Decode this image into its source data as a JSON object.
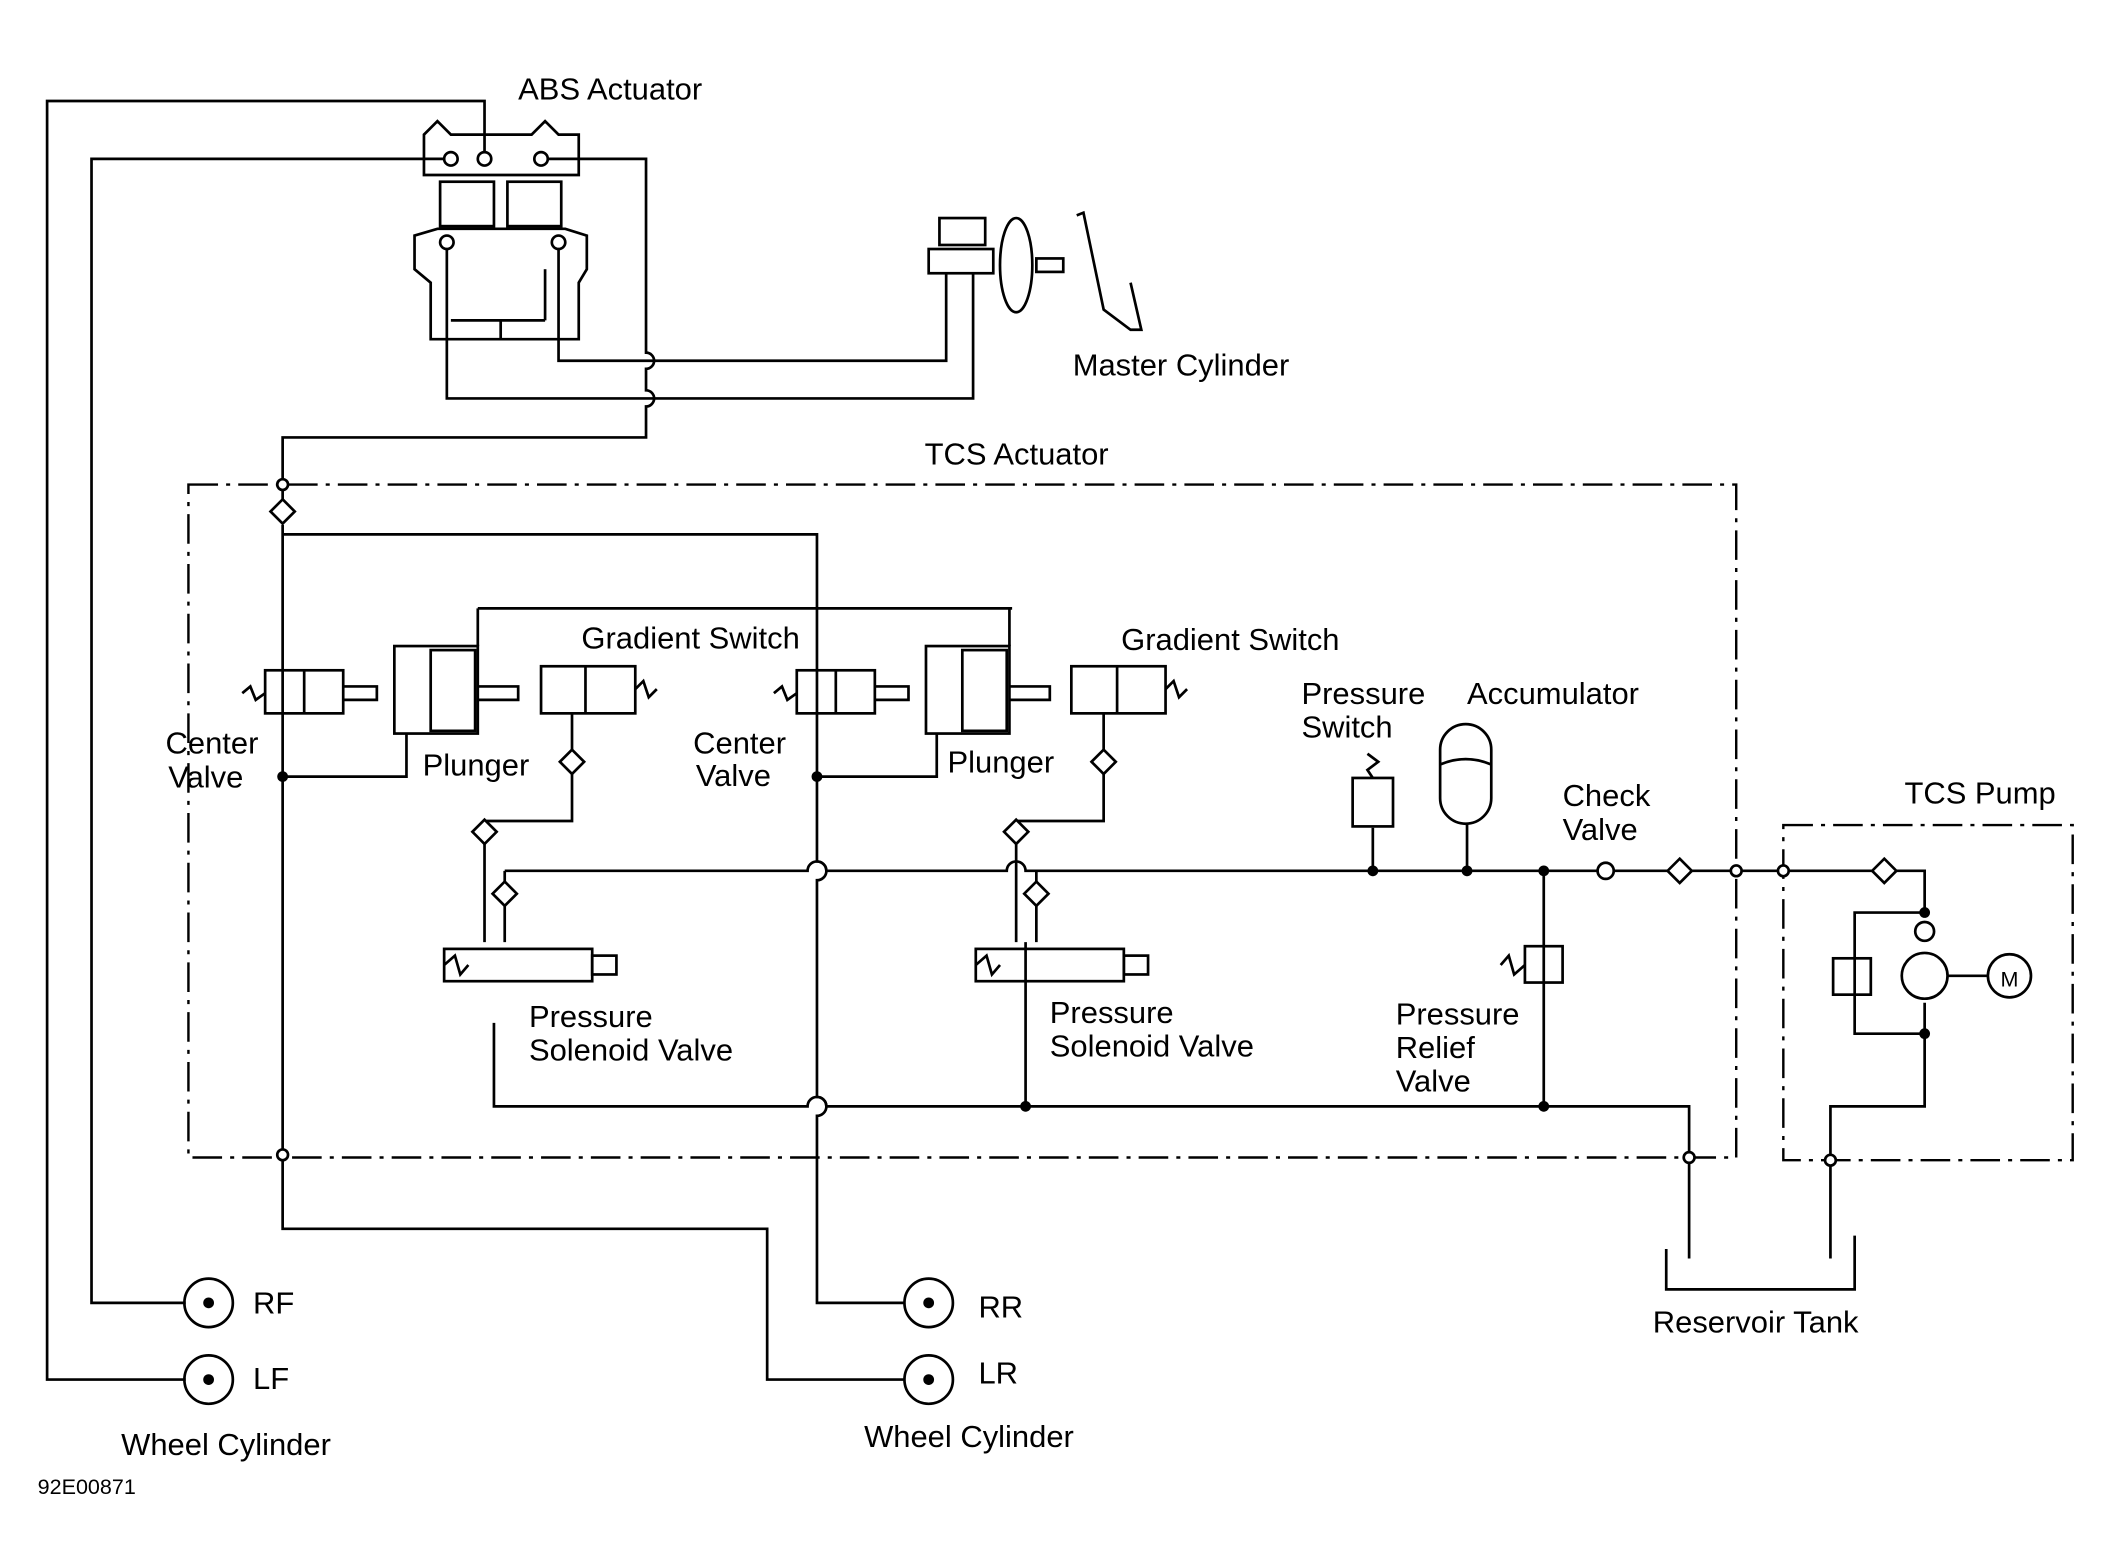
{
  "labels": {
    "abs_actuator": "ABS Actuator",
    "master_cylinder": "Master Cylinder",
    "tcs_actuator": "TCS Actuator",
    "gradient_switch_1": "Gradient Switch",
    "gradient_switch_2": "Gradient Switch",
    "center_valve_1": [
      "Center",
      "Valve"
    ],
    "center_valve_2": [
      "Center",
      "Valve"
    ],
    "plunger_1": "Plunger",
    "plunger_2": "Plunger",
    "pressure_switch": [
      "Pressure",
      "Switch"
    ],
    "accumulator": "Accumulator",
    "check_valve": [
      "Check",
      "Valve"
    ],
    "tcs_pump": "TCS Pump",
    "pump_motor": "M",
    "pressure_solenoid_1": [
      "Pressure",
      "Solenoid Valve"
    ],
    "pressure_solenoid_2": [
      "Pressure",
      "Solenoid Valve"
    ],
    "pressure_relief": [
      "Pressure",
      "Relief",
      "Valve"
    ],
    "reservoir_tank": "Reservoir Tank",
    "rf": "RF",
    "lf": "LF",
    "rr": "RR",
    "lr": "LR",
    "wheel_cylinder_front": "Wheel Cylinder",
    "wheel_cylinder_rear": "Wheel Cylinder",
    "figure_code": "92E00871"
  }
}
